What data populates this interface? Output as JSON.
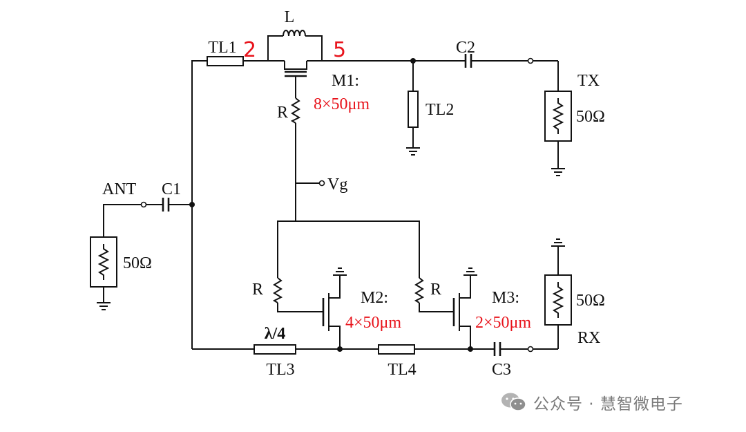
{
  "colors": {
    "line": "#111111",
    "highlight": "#e8141c",
    "watermark": "#7a7a7a"
  },
  "labels": {
    "L": "L",
    "TL1": "TL1",
    "TL2": "TL2",
    "TL3": "TL3",
    "TL4": "TL4",
    "C1": "C1",
    "C2": "C2",
    "C3": "C3",
    "ANT": "ANT",
    "TX": "TX",
    "RX": "RX",
    "Vg": "Vg",
    "R": "R",
    "quarter_wave": "λ/4",
    "ohm_ant": "50Ω",
    "ohm_tx": "50Ω",
    "ohm_rx": "50Ω",
    "M1": "M1:",
    "M1_size": "8×50μm",
    "M2": "M2:",
    "M2_size": "4×50μm",
    "M3": "M3:",
    "M3_size": "2×50μm",
    "mark_left": "2",
    "mark_right": "5"
  },
  "icons": {
    "watermark": "wechat-icon",
    "inductor": "inductor-icon",
    "resistor": "resistor-icon",
    "capacitor": "capacitor-icon",
    "ground": "ground-icon"
  },
  "watermark": {
    "text": "公众号 · 慧智微电子"
  }
}
